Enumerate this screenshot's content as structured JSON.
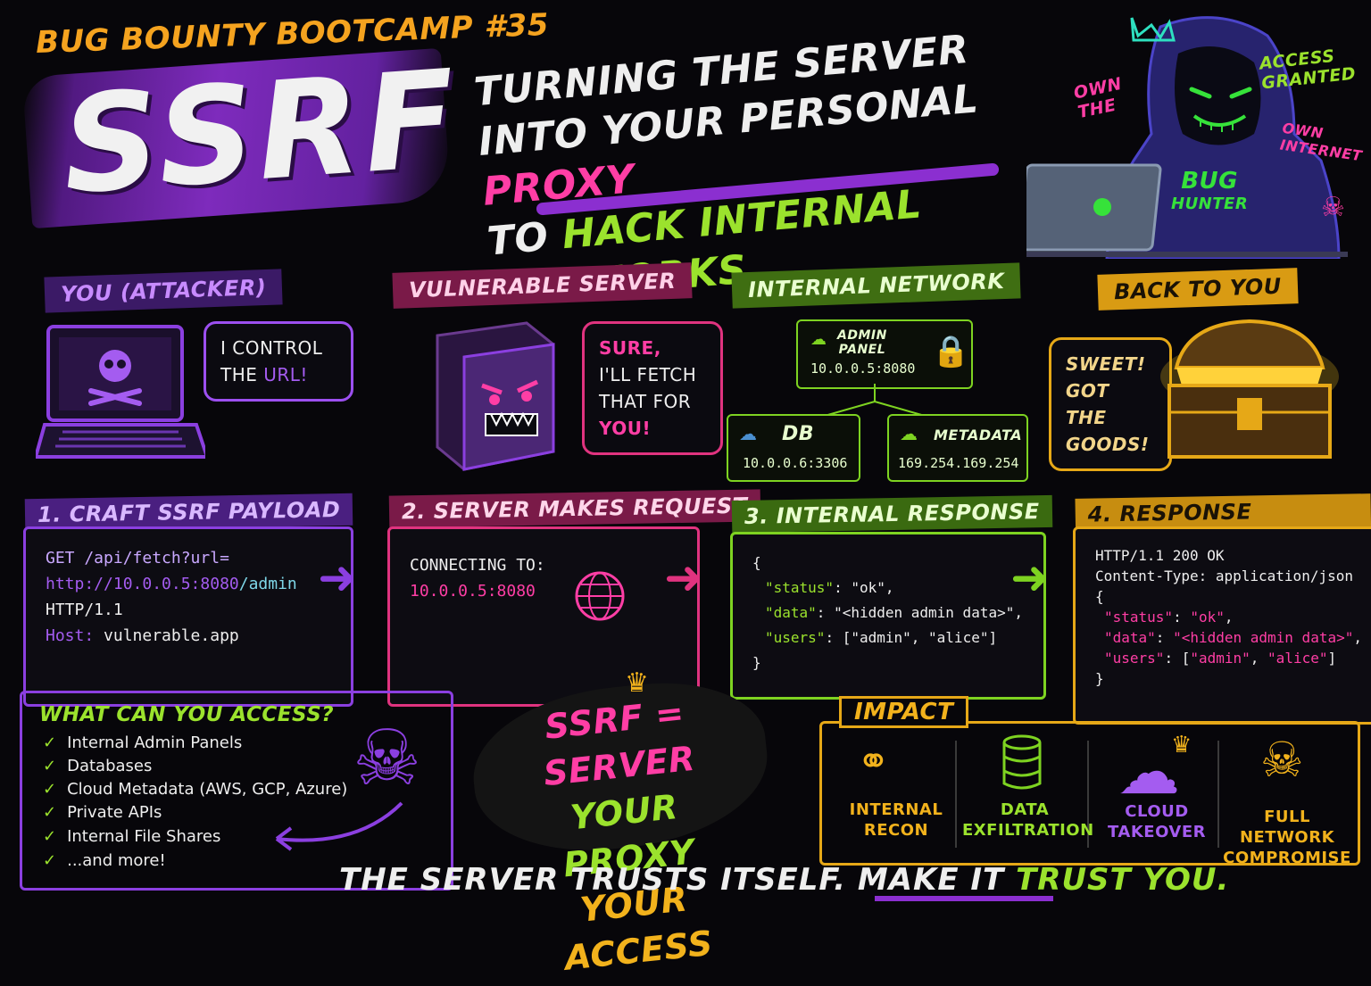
{
  "header": {
    "bootcamp": "BUG BOUNTY BOOTCAMP #35",
    "title": "SSRF",
    "tagline_1": "TURNING THE SERVER",
    "tagline_2a": "INTO YOUR PERSONAL ",
    "tagline_2b": "PROXY",
    "tagline_3a": "TO ",
    "tagline_3b": "HACK INTERNAL NETWORKS"
  },
  "hacker": {
    "tag_left_1": "OWN",
    "tag_left_2": "THE",
    "tag_access_1": "ACCESS",
    "tag_access_2": "GRANTED",
    "tag_right_1": "OWN",
    "tag_right_2": "INTERNET",
    "shirt_1": "BUG",
    "shirt_2": "HUNTER"
  },
  "columns": {
    "attacker": "YOU (ATTACKER)",
    "server": "VULNERABLE SERVER",
    "network": "INTERNAL NETWORK",
    "back": "BACK TO YOU"
  },
  "bubbles": {
    "attacker_1": "I CONTROL",
    "attacker_2a": "THE ",
    "attacker_2b": "URL!",
    "server_1": "SURE,",
    "server_2": "I'LL FETCH",
    "server_3": "THAT FOR",
    "server_4": "YOU!",
    "back_1": "SWEET!",
    "back_2": "GOT THE",
    "back_3": "GOODS!"
  },
  "network": {
    "admin_label_1": "ADMIN",
    "admin_label_2": "PANEL",
    "admin_ip": "10.0.0.5:8080",
    "db_label": "DB",
    "db_ip": "10.0.0.6:3306",
    "meta_label": "METADATA",
    "meta_ip": "169.254.169.254"
  },
  "steps": {
    "s1_title": "1. CRAFT SSRF PAYLOAD",
    "s1_line1": "GET /api/fetch?url=",
    "s1_line2a": "http://10.0.0.5:8080",
    "s1_line2b": "/admin",
    "s1_line3": "HTTP/1.1",
    "s1_line4a": "Host:",
    "s1_line4b": " vulnerable.app",
    "s2_title": "2. SERVER MAKES REQUEST",
    "s2_line1": "CONNECTING TO:",
    "s2_line2": "10.0.0.5:8080",
    "s3_title": "3. INTERNAL RESPONSE",
    "s3_line1": "{",
    "s3_line2a": "\"status\"",
    "s3_line2b": ": \"ok\",",
    "s3_line3a": "\"data\"",
    "s3_line3b": ": \"<hidden admin data>\",",
    "s3_line4a": "\"users\"",
    "s3_line4b": ": [\"admin\", \"alice\"]",
    "s3_line5": "}",
    "s4_title": "4. RESPONSE RELAYED",
    "s4_line1": "HTTP/1.1 200 OK",
    "s4_line2": "Content-Type: application/json",
    "s4_line3": "{",
    "s4_line4a": "\"status\"",
    "s4_line4b": ": ",
    "s4_line4c": "\"ok\"",
    "s4_line4d": ",",
    "s4_line5a": "\"data\"",
    "s4_line5b": ": ",
    "s4_line5c": "\"<hidden admin data>\"",
    "s4_line5d": ",",
    "s4_line6a": "\"users\"",
    "s4_line6b": ": [",
    "s4_line6c": "\"admin\"",
    "s4_line6d": ", ",
    "s4_line6e": "\"alice\"",
    "s4_line6f": "]",
    "s4_line7": "}"
  },
  "access": {
    "title": "WHAT CAN YOU ACCESS?",
    "items": [
      "Internal Admin Panels",
      "Databases",
      "Cloud Metadata (AWS, GCP, Azure)",
      "Private APIs",
      "Internal File Shares",
      "...and more!"
    ]
  },
  "slogan": {
    "line1": "SSRF = SERVER",
    "line2": "YOUR PROXY",
    "line3": "YOUR ACCESS"
  },
  "impact": {
    "title": "IMPACT",
    "items": [
      {
        "l1": "INTERNAL",
        "l2": "RECON"
      },
      {
        "l1": "DATA",
        "l2": "EXFILTRATION"
      },
      {
        "l1": "CLOUD",
        "l2": "TAKEOVER"
      },
      {
        "l1": "FULL NETWORK",
        "l2": "COMPROMISE"
      }
    ]
  },
  "footer": {
    "a": "THE SERVER TRUSTS ITSELF. MAKE IT ",
    "b": "TRUST YOU."
  },
  "colors": {
    "purple": "#8b3fe0",
    "pink": "#e0337f",
    "green": "#7ed321",
    "yellow": "#e6a817",
    "orange": "#f5a31f",
    "background": "#07060a"
  },
  "icons": [
    "skull-laptop-icon",
    "angry-server-icon",
    "lock-icon",
    "cloud-icon",
    "globe-icon",
    "treasure-chest-icon",
    "skull-crossbones-icon",
    "binoculars-icon",
    "database-icon",
    "crown-cloud-icon",
    "skull-icon",
    "arrow-right-icon",
    "bug-icon",
    "crown-icon"
  ]
}
